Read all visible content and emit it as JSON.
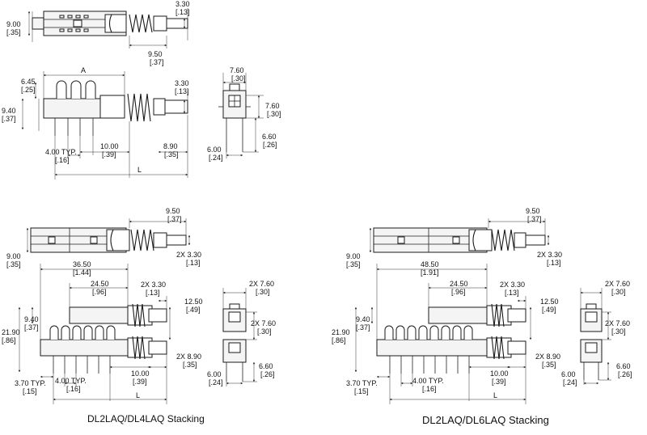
{
  "top_left": {
    "top_view": {
      "dim_330": [
        "3.30",
        "[.13]"
      ],
      "dim_900": [
        "9.00",
        "[.35]"
      ],
      "dim_950": [
        "9.50",
        "[.37]"
      ]
    },
    "side_view": {
      "dim_A": "A",
      "dim_645": [
        "6.45",
        "[.25]"
      ],
      "dim_330": [
        "3.30",
        "[.13]"
      ],
      "dim_940": [
        "9.40",
        "[.37]"
      ],
      "dim_400": [
        "4.00 TYP.",
        "[.16]"
      ],
      "dim_1000": [
        "10.00",
        "[.39]"
      ],
      "dim_890": [
        "8.90",
        "[.35]"
      ],
      "dim_L": "L"
    },
    "end_view": {
      "dim_760_top": [
        "7.60",
        "[.30]"
      ],
      "dim_760_side": [
        "7.60",
        "[.30]"
      ],
      "dim_660": [
        "6.60",
        "[.26]"
      ],
      "dim_600": [
        "6.00",
        "[.24]"
      ]
    }
  },
  "bottom_left": {
    "caption": "DL2LAQ/DL4LAQ Stacking",
    "dim_950": [
      "9.50",
      "[.37]"
    ],
    "dim_900": [
      "9.00",
      "[.35]"
    ],
    "dim_2x330_top": [
      "2X 3.30",
      "[.13]"
    ],
    "dim_3650": [
      "36.50",
      "[1.44]"
    ],
    "dim_2450": [
      "24.50",
      "[.96]"
    ],
    "dim_2x330": [
      "2X 3.30",
      "[.13]"
    ],
    "dim_1250": [
      "12.50",
      "[.49]"
    ],
    "dim_940": [
      "9.40",
      "[.37]"
    ],
    "dim_2190": [
      "21.90",
      "[.86]"
    ],
    "dim_2x890": [
      "2X 8.90",
      "[.35]"
    ],
    "dim_1000": [
      "10.00",
      "[.39]"
    ],
    "dim_370": [
      "3.70 TYP.",
      "[.15]"
    ],
    "dim_400": [
      "4.00 TYP.",
      "[.16]"
    ],
    "dim_L": "L",
    "dim_2x760_top": [
      "2X 7.60",
      "[.30]"
    ],
    "dim_2x760_side": [
      "2X 7.60",
      "[.30]"
    ],
    "dim_660": [
      "6.60",
      "[.26]"
    ],
    "dim_600": [
      "6.00",
      "[.24]"
    ]
  },
  "bottom_right": {
    "caption": "DL2LAQ/DL6LAQ Stacking",
    "dim_950": [
      "9.50",
      "[.37]"
    ],
    "dim_900": [
      "9.00",
      "[.35]"
    ],
    "dim_2x330_top": [
      "2X 3.30",
      "[.13]"
    ],
    "dim_4850": [
      "48.50",
      "[1.91]"
    ],
    "dim_2450": [
      "24.50",
      "[.96]"
    ],
    "dim_2x330": [
      "2X 3.30",
      "[.13]"
    ],
    "dim_1250": [
      "12.50",
      "[.49]"
    ],
    "dim_940": [
      "9.40",
      "[.37]"
    ],
    "dim_2190": [
      "21.90",
      "[.86]"
    ],
    "dim_2x890": [
      "2X 8.90",
      "[.35]"
    ],
    "dim_1000": [
      "10.00",
      "[.39]"
    ],
    "dim_370": [
      "3.70 TYP.",
      "[.15]"
    ],
    "dim_400": [
      "4.00 TYP.",
      "[.16]"
    ],
    "dim_L": "L",
    "dim_2x760_top": [
      "2X 7.60",
      "[.30]"
    ],
    "dim_2x760_side": [
      "2X 7.60",
      "[.30]"
    ],
    "dim_660": [
      "6.60",
      "[.26]"
    ],
    "dim_600": [
      "6.00",
      "[.24]"
    ]
  }
}
